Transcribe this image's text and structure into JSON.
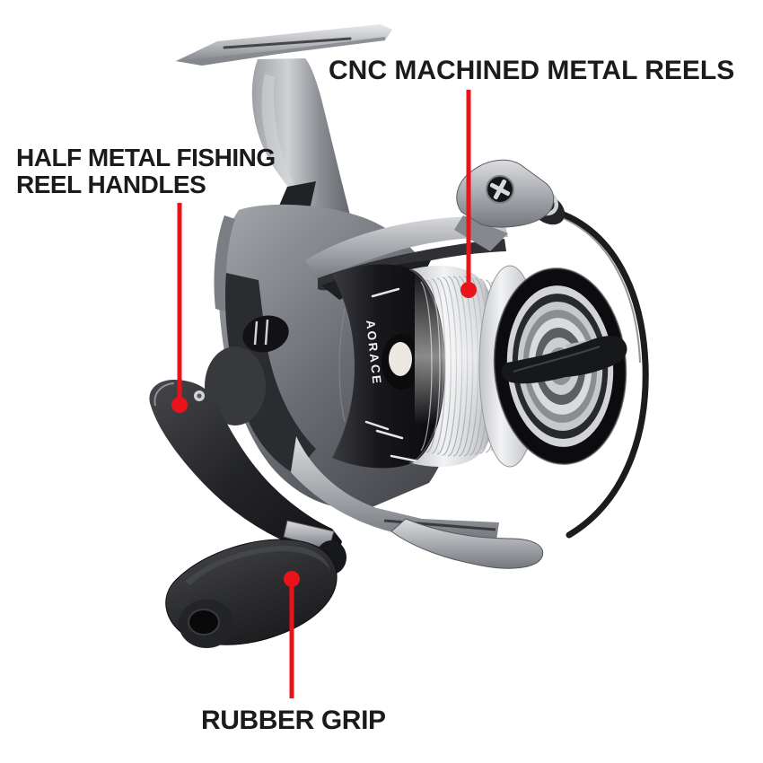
{
  "image": {
    "background": "#ffffff",
    "accent_color": "#e8131b",
    "text_color": "#1b1b1d"
  },
  "product": {
    "brand": "AORACE"
  },
  "callouts": [
    {
      "text": "CNC MACHINED METAL REELS",
      "target": "spool"
    },
    {
      "text": "HALF METAL FISHING\nREEL HANDLES",
      "target": "handle-arm"
    },
    {
      "text": "RUBBER GRIP",
      "target": "grip-knob"
    }
  ]
}
